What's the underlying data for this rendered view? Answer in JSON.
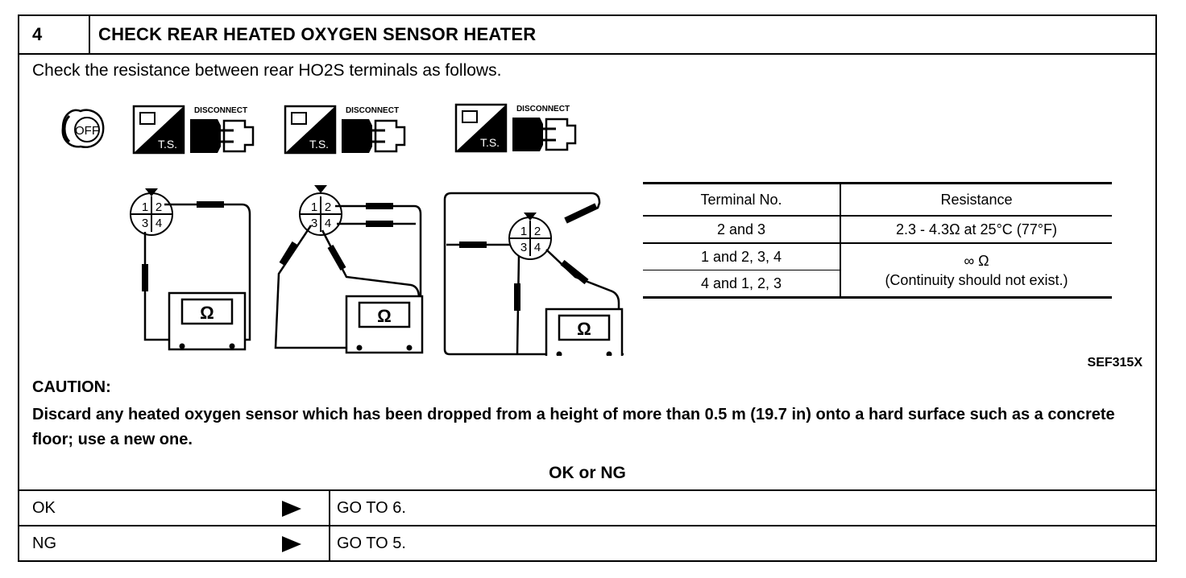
{
  "header": {
    "step_number": "4",
    "title": "CHECK REAR HEATED OXYGEN SENSOR HEATER"
  },
  "instruction": "Check the resistance between rear HO2S terminals as follows.",
  "icons": {
    "ignition_label": "OFF",
    "ts_label": "T.S.",
    "disconnect_label": "DISCONNECT",
    "ohm_symbol": "Ω",
    "connector_pins": [
      "1",
      "2",
      "3",
      "4"
    ]
  },
  "table": {
    "headers": [
      "Terminal No.",
      "Resistance"
    ],
    "row1": {
      "terminal": "2 and 3",
      "resistance": "2.3 - 4.3Ω  at 25°C (77°F)"
    },
    "row2": {
      "terminal": "1 and 2, 3, 4"
    },
    "row3": {
      "terminal": "4 and 1, 2, 3"
    },
    "merged_resistance": "∞ Ω",
    "merged_note": "(Continuity should not exist.)"
  },
  "figure_id": "SEF315X",
  "caution": {
    "heading": "CAUTION:",
    "text": "Discard any heated oxygen sensor which has been dropped from a height of more than 0.5 m (19.7 in) onto a hard surface such as a concrete floor; use a new one."
  },
  "result_heading": "OK or NG",
  "results": [
    {
      "label": "OK",
      "action": "GO TO 6."
    },
    {
      "label": "NG",
      "action": "GO TO 5."
    }
  ]
}
